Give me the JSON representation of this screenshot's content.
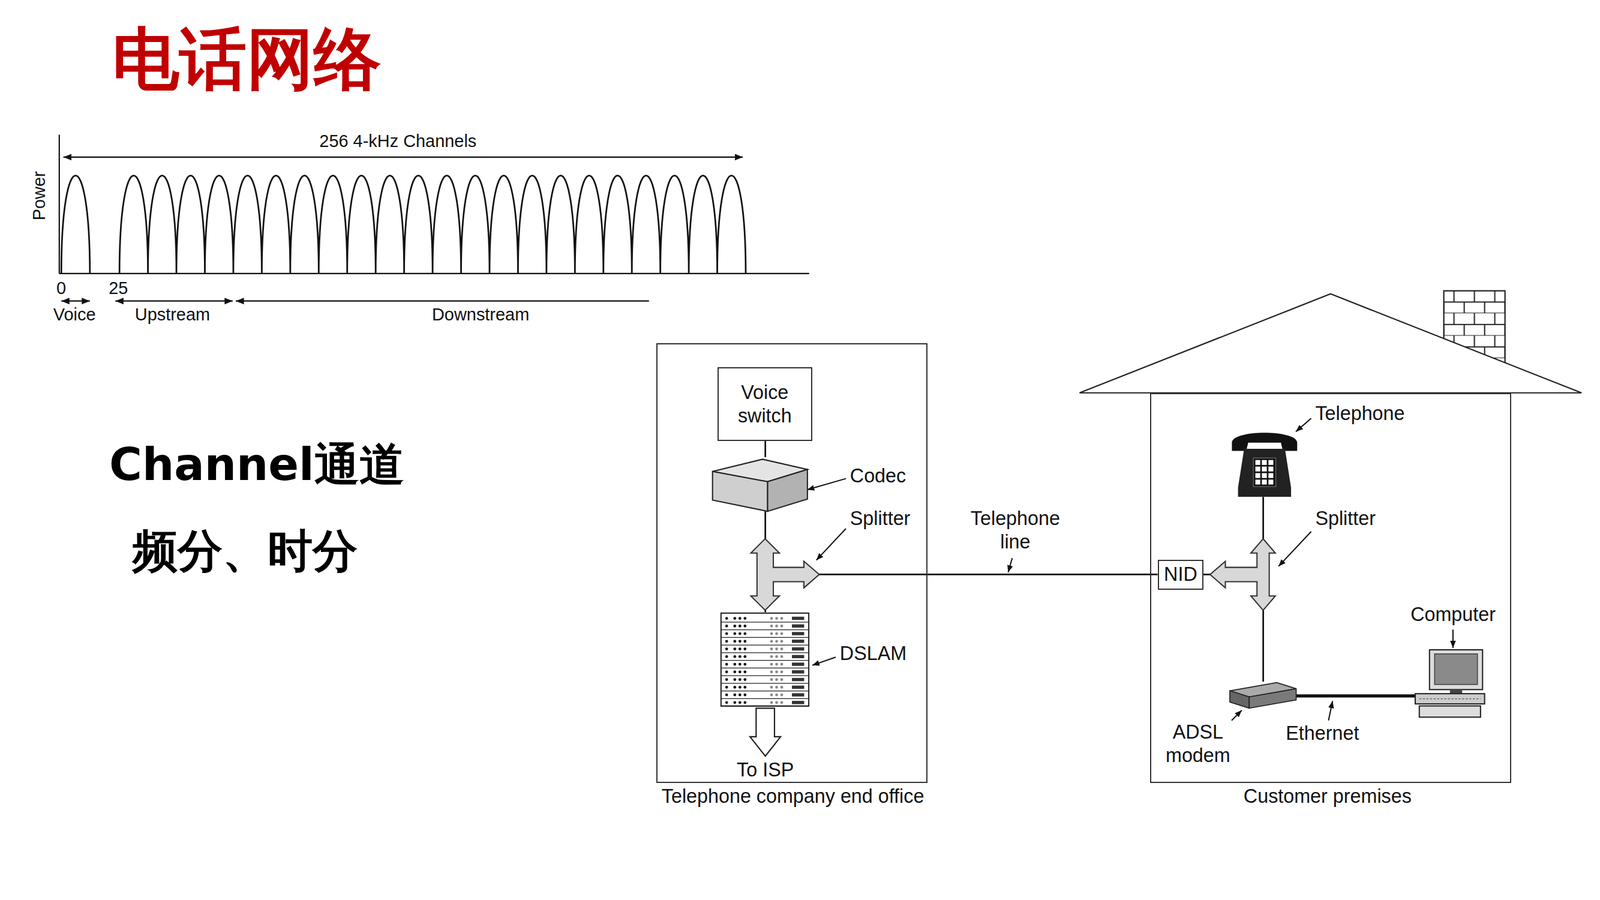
{
  "diagram": {
    "title": "电话网络",
    "nodes": [
      {
        "text": [
          "Telephone company end office"
        ]
      },
      {
        "text": [
          "Voice switch"
        ],
        "in": 0
      },
      {
        "text": [
          "Codec"
        ],
        "in": 0
      },
      {
        "text": [
          "Splitter"
        ],
        "in": 0
      },
      {
        "text": [
          "DSLAM"
        ],
        "in": 0
      },
      {
        "text": [
          "Customer premises"
        ]
      },
      {
        "text": [
          "Telephone"
        ],
        "in": 5
      },
      {
        "text": [
          "NID"
        ],
        "in": 5
      },
      {
        "text": [
          "Splitter"
        ],
        "in": 5
      },
      {
        "text": [
          "Computer"
        ],
        "in": 5
      },
      {
        "text": [
          "ADSL modem"
        ],
        "in": 5
      }
    ],
    "edges": [
      {
        "from": 1,
        "to": 2,
        "arrow": "none"
      },
      {
        "from": 2,
        "to": 3,
        "arrow": "none"
      },
      {
        "from": 3,
        "to": 4,
        "arrow": "none"
      },
      {
        "from": 3,
        "to": 7,
        "label": "Telephone line",
        "arrow": "none"
      },
      {
        "from": 7,
        "to": 8,
        "arrow": "none"
      },
      {
        "from": 8,
        "to": 6,
        "arrow": "none"
      },
      {
        "from": 8,
        "to": 10,
        "arrow": "none"
      },
      {
        "from": 10,
        "to": 9,
        "label": "Ethernet",
        "arrow": "none"
      }
    ],
    "labels": [
      "256 4-kHz Channels",
      "Power",
      "0",
      "25",
      "Voice",
      "Upstream",
      "Downstream",
      "Channel通道",
      "频分、时分",
      "To ISP"
    ]
  }
}
